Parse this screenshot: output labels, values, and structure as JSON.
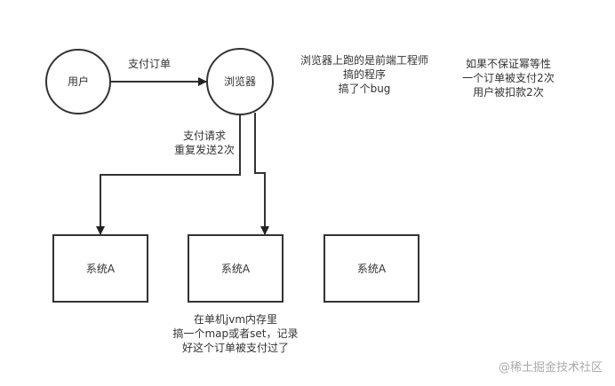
{
  "nodes": {
    "user": "用户",
    "browser": "浏览器",
    "systems": [
      "系统A",
      "系统A",
      "系统A"
    ]
  },
  "edges": {
    "pay_order": "支付订单",
    "pay_request": [
      "支付请求",
      "重复发送2次"
    ]
  },
  "notes": {
    "browser_bug": [
      "浏览器上跑的是前端工程师",
      "搞的程序",
      "搞了个bug"
    ],
    "no_idempotency": [
      "如果不保证幂等性",
      "一个订单被支付2次",
      "用户被扣款2次"
    ],
    "jvm_memory": [
      "在单机jvm内存里",
      "搞一个map或者set，记录",
      "好这个订单被支付过了"
    ]
  },
  "watermark": "@稀土掘金技术社区"
}
